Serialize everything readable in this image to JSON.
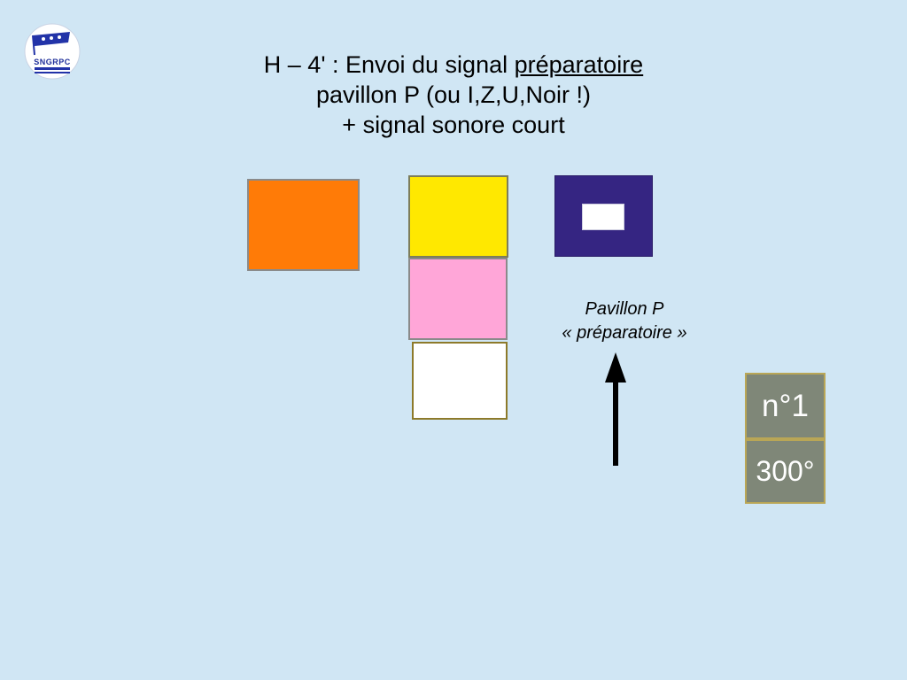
{
  "logo": {
    "text": "SNGRPC"
  },
  "title": {
    "line1_prefix": "H – 4' : Envoi du signal ",
    "line1_underlined": "préparatoire",
    "line2": "pavillon P (ou I,Z,U,Noir !)",
    "line3": "+ signal sonore court"
  },
  "flags": {
    "orange": "#ff7b07",
    "yellow": "#ffe800",
    "pink": "#ffa6d8",
    "white": "#ffffff",
    "p_blue": "#352582"
  },
  "caption": {
    "line1": "Pavillon P",
    "line2": "« préparatoire »"
  },
  "badges": {
    "number": "n°1",
    "degrees": "300°"
  }
}
